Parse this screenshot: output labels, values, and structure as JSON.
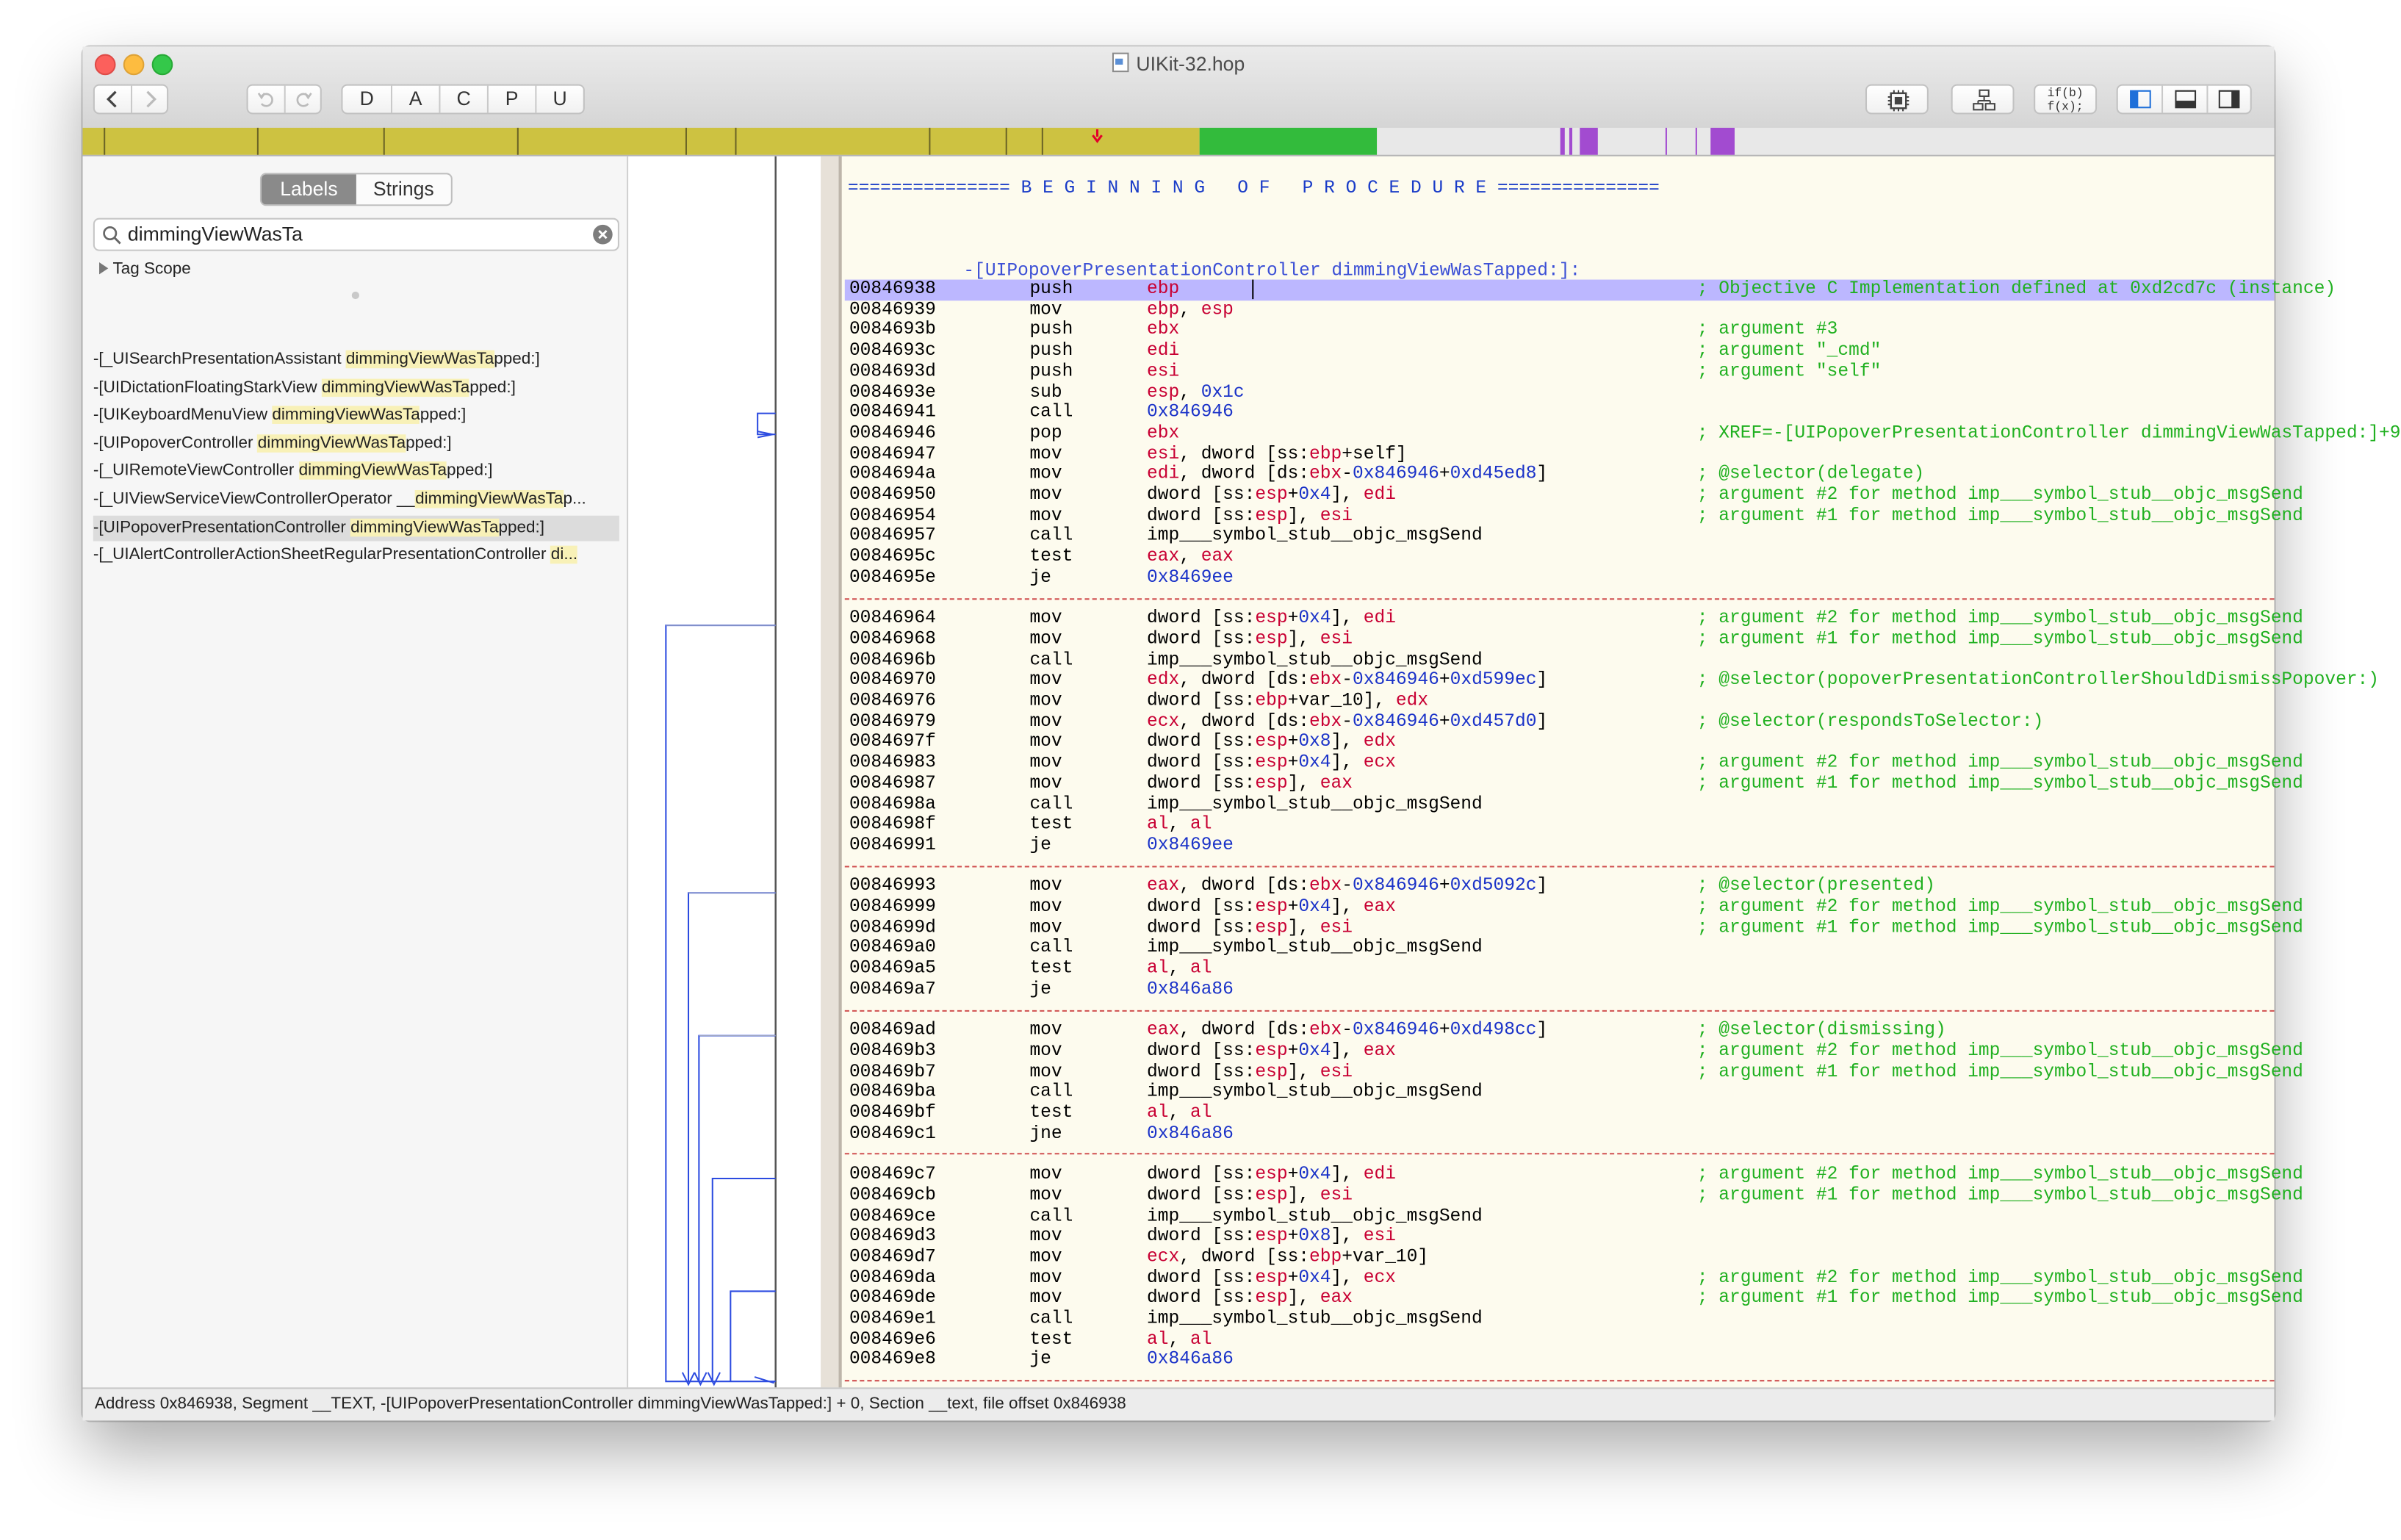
{
  "window": {
    "title": "UIKit-32.hop"
  },
  "toolbar": {
    "nav_back_icon": "chevron-left-icon",
    "nav_forward_icon": "chevron-right-icon",
    "undo_icon": "undo-icon",
    "redo_icon": "redo-icon",
    "type_buttons": [
      "D",
      "A",
      "C",
      "P",
      "U"
    ],
    "right_icons": [
      "cpu-chip-icon",
      "control-flow-graph-icon",
      "pseudo-code-icon",
      "toggle-left-pane-icon",
      "toggle-bottom-pane-icon",
      "toggle-right-pane-icon"
    ],
    "pseudo_code_text": [
      "if(b)",
      "f(x);"
    ]
  },
  "colors": {
    "code_bg": "#fdfbee",
    "register": "#c80033",
    "number": "#1a32c8",
    "comment": "#20b020",
    "highlight": "#f8f1b7",
    "cursor_line": "#bcb7ff"
  },
  "sidebar": {
    "tabs": {
      "labels": "Labels",
      "strings": "Strings",
      "selected": "Labels"
    },
    "search": {
      "value": "dimmingViewWasTa",
      "placeholder": ""
    },
    "tag_scope": "Tag Scope",
    "results": [
      {
        "prefix": "-[_UISearchPresentationAssistant ",
        "match": "dimmingViewWasTa",
        "suffix": "pped:]"
      },
      {
        "prefix": "-[UIDictationFloatingStarkView ",
        "match": "dimmingViewWasTa",
        "suffix": "pped:]"
      },
      {
        "prefix": "-[UIKeyboardMenuView ",
        "match": "dimmingViewWasTa",
        "suffix": "pped:]"
      },
      {
        "prefix": "-[UIPopoverController ",
        "match": "dimmingViewWasTa",
        "suffix": "pped:]"
      },
      {
        "prefix": "-[_UIRemoteViewController ",
        "match": "dimmingViewWasTa",
        "suffix": "pped:]"
      },
      {
        "prefix": "-[_UIViewServiceViewControllerOperator __",
        "match": "dimmingViewWasTa",
        "suffix": "p..."
      },
      {
        "prefix": "-[UIPopoverPresentationController ",
        "match": "dimmingViewWasTa",
        "suffix": "pped:]"
      },
      {
        "prefix": "-[_UIAlertControllerActionSheetRegularPresentationController ",
        "match": "di...",
        "suffix": ""
      }
    ],
    "selected_index": 6
  },
  "code": {
    "beginning_banner": "=============== B E G I N N I N G   O F   P R O C E D U R E ===============",
    "procedure_label": "-[UIPopoverPresentationController dimmingViewWasTapped:]:",
    "lines": [
      {
        "addr": "00846938",
        "mn": "push",
        "ops": "ebp",
        "comment": "; Objective C Implementation defined at 0xd2cd7c (instance)"
      },
      {
        "addr": "00846939",
        "mn": "mov",
        "ops": "ebp, esp",
        "comment": ""
      },
      {
        "addr": "0084693b",
        "mn": "push",
        "ops": "ebx",
        "comment": "; argument #3"
      },
      {
        "addr": "0084693c",
        "mn": "push",
        "ops": "edi",
        "comment": "; argument \"_cmd\""
      },
      {
        "addr": "0084693d",
        "mn": "push",
        "ops": "esi",
        "comment": "; argument \"self\""
      },
      {
        "addr": "0084693e",
        "mn": "sub",
        "ops": "esp, 0x1c",
        "comment": ""
      },
      {
        "addr": "00846941",
        "mn": "call",
        "ops": "0x846946",
        "comment": ""
      },
      {
        "addr": "00846946",
        "mn": "pop",
        "ops": "ebx",
        "comment": "; XREF=-[UIPopoverPresentationController dimmingViewWasTapped:]+9"
      },
      {
        "addr": "00846947",
        "mn": "mov",
        "ops": "esi, dword [ss:ebp+self]",
        "comment": ""
      },
      {
        "addr": "0084694a",
        "mn": "mov",
        "ops": "edi, dword [ds:ebx-0x846946+0xd45ed8]",
        "comment": "; @selector(delegate)"
      },
      {
        "addr": "00846950",
        "mn": "mov",
        "ops": "dword [ss:esp+0x4], edi",
        "comment": "; argument #2 for method imp___symbol_stub__objc_msgSend"
      },
      {
        "addr": "00846954",
        "mn": "mov",
        "ops": "dword [ss:esp], esi",
        "comment": "; argument #1 for method imp___symbol_stub__objc_msgSend"
      },
      {
        "addr": "00846957",
        "mn": "call",
        "ops": "imp___symbol_stub__objc_msgSend",
        "comment": ""
      },
      {
        "addr": "0084695c",
        "mn": "test",
        "ops": "eax, eax",
        "comment": ""
      },
      {
        "addr": "0084695e",
        "mn": "je",
        "ops": "0x8469ee",
        "comment": ""
      },
      {
        "sep": true
      },
      {
        "addr": "00846964",
        "mn": "mov",
        "ops": "dword [ss:esp+0x4], edi",
        "comment": "; argument #2 for method imp___symbol_stub__objc_msgSend"
      },
      {
        "addr": "00846968",
        "mn": "mov",
        "ops": "dword [ss:esp], esi",
        "comment": "; argument #1 for method imp___symbol_stub__objc_msgSend"
      },
      {
        "addr": "0084696b",
        "mn": "call",
        "ops": "imp___symbol_stub__objc_msgSend",
        "comment": ""
      },
      {
        "addr": "00846970",
        "mn": "mov",
        "ops": "edx, dword [ds:ebx-0x846946+0xd599ec]",
        "comment": "; @selector(popoverPresentationControllerShouldDismissPopover:)"
      },
      {
        "addr": "00846976",
        "mn": "mov",
        "ops": "dword [ss:ebp+var_10], edx",
        "comment": ""
      },
      {
        "addr": "00846979",
        "mn": "mov",
        "ops": "ecx, dword [ds:ebx-0x846946+0xd457d0]",
        "comment": "; @selector(respondsToSelector:)"
      },
      {
        "addr": "0084697f",
        "mn": "mov",
        "ops": "dword [ss:esp+0x8], edx",
        "comment": ""
      },
      {
        "addr": "00846983",
        "mn": "mov",
        "ops": "dword [ss:esp+0x4], ecx",
        "comment": "; argument #2 for method imp___symbol_stub__objc_msgSend"
      },
      {
        "addr": "00846987",
        "mn": "mov",
        "ops": "dword [ss:esp], eax",
        "comment": "; argument #1 for method imp___symbol_stub__objc_msgSend"
      },
      {
        "addr": "0084698a",
        "mn": "call",
        "ops": "imp___symbol_stub__objc_msgSend",
        "comment": ""
      },
      {
        "addr": "0084698f",
        "mn": "test",
        "ops": "al, al",
        "comment": ""
      },
      {
        "addr": "00846991",
        "mn": "je",
        "ops": "0x8469ee",
        "comment": ""
      },
      {
        "sep": true
      },
      {
        "addr": "00846993",
        "mn": "mov",
        "ops": "eax, dword [ds:ebx-0x846946+0xd5092c]",
        "comment": "; @selector(presented)"
      },
      {
        "addr": "00846999",
        "mn": "mov",
        "ops": "dword [ss:esp+0x4], eax",
        "comment": "; argument #2 for method imp___symbol_stub__objc_msgSend"
      },
      {
        "addr": "0084699d",
        "mn": "mov",
        "ops": "dword [ss:esp], esi",
        "comment": "; argument #1 for method imp___symbol_stub__objc_msgSend"
      },
      {
        "addr": "008469a0",
        "mn": "call",
        "ops": "imp___symbol_stub__objc_msgSend",
        "comment": ""
      },
      {
        "addr": "008469a5",
        "mn": "test",
        "ops": "al, al",
        "comment": ""
      },
      {
        "addr": "008469a7",
        "mn": "je",
        "ops": "0x846a86",
        "comment": ""
      },
      {
        "sep": true
      },
      {
        "addr": "008469ad",
        "mn": "mov",
        "ops": "eax, dword [ds:ebx-0x846946+0xd498cc]",
        "comment": "; @selector(dismissing)"
      },
      {
        "addr": "008469b3",
        "mn": "mov",
        "ops": "dword [ss:esp+0x4], eax",
        "comment": "; argument #2 for method imp___symbol_stub__objc_msgSend"
      },
      {
        "addr": "008469b7",
        "mn": "mov",
        "ops": "dword [ss:esp], esi",
        "comment": "; argument #1 for method imp___symbol_stub__objc_msgSend"
      },
      {
        "addr": "008469ba",
        "mn": "call",
        "ops": "imp___symbol_stub__objc_msgSend",
        "comment": ""
      },
      {
        "addr": "008469bf",
        "mn": "test",
        "ops": "al, al",
        "comment": ""
      },
      {
        "addr": "008469c1",
        "mn": "jne",
        "ops": "0x846a86",
        "comment": ""
      },
      {
        "sep": true
      },
      {
        "addr": "008469c7",
        "mn": "mov",
        "ops": "dword [ss:esp+0x4], edi",
        "comment": "; argument #2 for method imp___symbol_stub__objc_msgSend"
      },
      {
        "addr": "008469cb",
        "mn": "mov",
        "ops": "dword [ss:esp], esi",
        "comment": "; argument #1 for method imp___symbol_stub__objc_msgSend"
      },
      {
        "addr": "008469ce",
        "mn": "call",
        "ops": "imp___symbol_stub__objc_msgSend",
        "comment": ""
      },
      {
        "addr": "008469d3",
        "mn": "mov",
        "ops": "dword [ss:esp+0x8], esi",
        "comment": ""
      },
      {
        "addr": "008469d7",
        "mn": "mov",
        "ops": "ecx, dword [ss:ebp+var_10]",
        "comment": ""
      },
      {
        "addr": "008469da",
        "mn": "mov",
        "ops": "dword [ss:esp+0x4], ecx",
        "comment": "; argument #2 for method imp___symbol_stub__objc_msgSend"
      },
      {
        "addr": "008469de",
        "mn": "mov",
        "ops": "dword [ss:esp], eax",
        "comment": "; argument #1 for method imp___symbol_stub__objc_msgSend"
      },
      {
        "addr": "008469e1",
        "mn": "call",
        "ops": "imp___symbol_stub__objc_msgSend",
        "comment": ""
      },
      {
        "addr": "008469e6",
        "mn": "test",
        "ops": "al, al",
        "comment": ""
      },
      {
        "addr": "008469e8",
        "mn": "je",
        "ops": "0x846a86",
        "comment": ""
      },
      {
        "sep": true
      }
    ]
  },
  "status_bar": "Address 0x846938, Segment __TEXT, -[UIPopoverPresentationController dimmingViewWasTapped:] + 0, Section __text, file offset 0x846938"
}
